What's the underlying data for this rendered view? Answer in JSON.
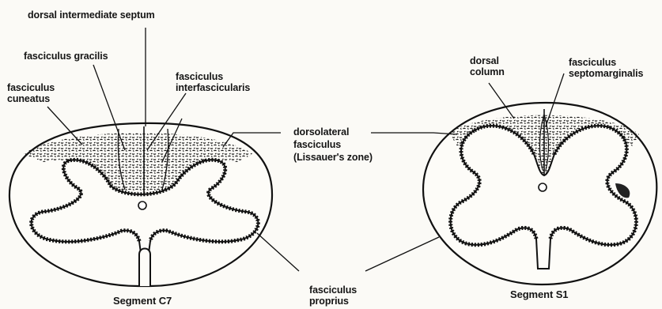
{
  "labels": {
    "dorsal_intermediate_septum": "dorsal intermediate septum",
    "fasciculus_gracilis": "fasciculus gracilis",
    "fasciculus_cuneatus_1": "fasciculus",
    "fasciculus_cuneatus_2": "cuneatus",
    "fasciculus_interfascicularis_1": "fasciculus",
    "fasciculus_interfascicularis_2": "interfascicularis",
    "dorsolateral_1": "dorsolateral",
    "dorsolateral_2": "fasciculus",
    "dorsolateral_3": "(Lissauer's zone)",
    "dorsal_column_1": "dorsal",
    "dorsal_column_2": "column",
    "fasciculus_septomarginalis_1": "fasciculus",
    "fasciculus_septomarginalis_2": "septomarginalis",
    "fasciculus_proprius_1": "fasciculus",
    "fasciculus_proprius_2": "proprius",
    "segment_c7": "Segment C7",
    "segment_s1": "Segment S1"
  },
  "colors": {
    "ink": "#151515",
    "paper": "#fbfaf6"
  }
}
